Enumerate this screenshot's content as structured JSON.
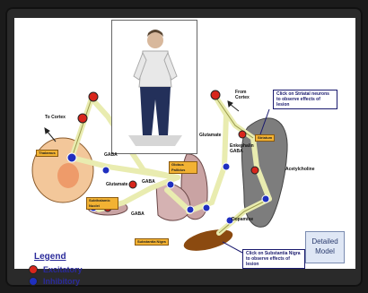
{
  "labels": {
    "to_cortex": "To Cortex",
    "from_cortex": "From Cortex",
    "gaba_top": "GABA",
    "glutamate_left": "Glutamate",
    "gaba_mid": "GABA",
    "glutamate_top": "Glutamate",
    "enkephalin_gaba": "Enkephalin GABA",
    "gaba_low": "GABA",
    "acetylcholine": "Acetylcholine",
    "dopamine": "Dopamine"
  },
  "tags": {
    "thalamus": "Thalamus",
    "globus_pallidus": "Globus Pallidus",
    "subthalamic": "Subthalamic Nuclei",
    "substantia_nigra": "Substantia Nigra",
    "striatum": "Striatum"
  },
  "callouts": {
    "striatal": "Click on Striatal neurons to observe effects of lesion",
    "substantia": "Click on Substantia Nigra to observe effects of lesion"
  },
  "legend": {
    "title": "Legend",
    "excitatory": "Excitatory",
    "inhibitory": "Inhibitory"
  },
  "model_button": "Detailed Model",
  "colors": {
    "excitatory": "#d8261c",
    "inhibitory": "#1f2fbf",
    "pathway": "#e9ecb0",
    "thalamus": "#f3c79a",
    "striatum": "#7d7d7d",
    "globus": "#c9a3a3"
  }
}
